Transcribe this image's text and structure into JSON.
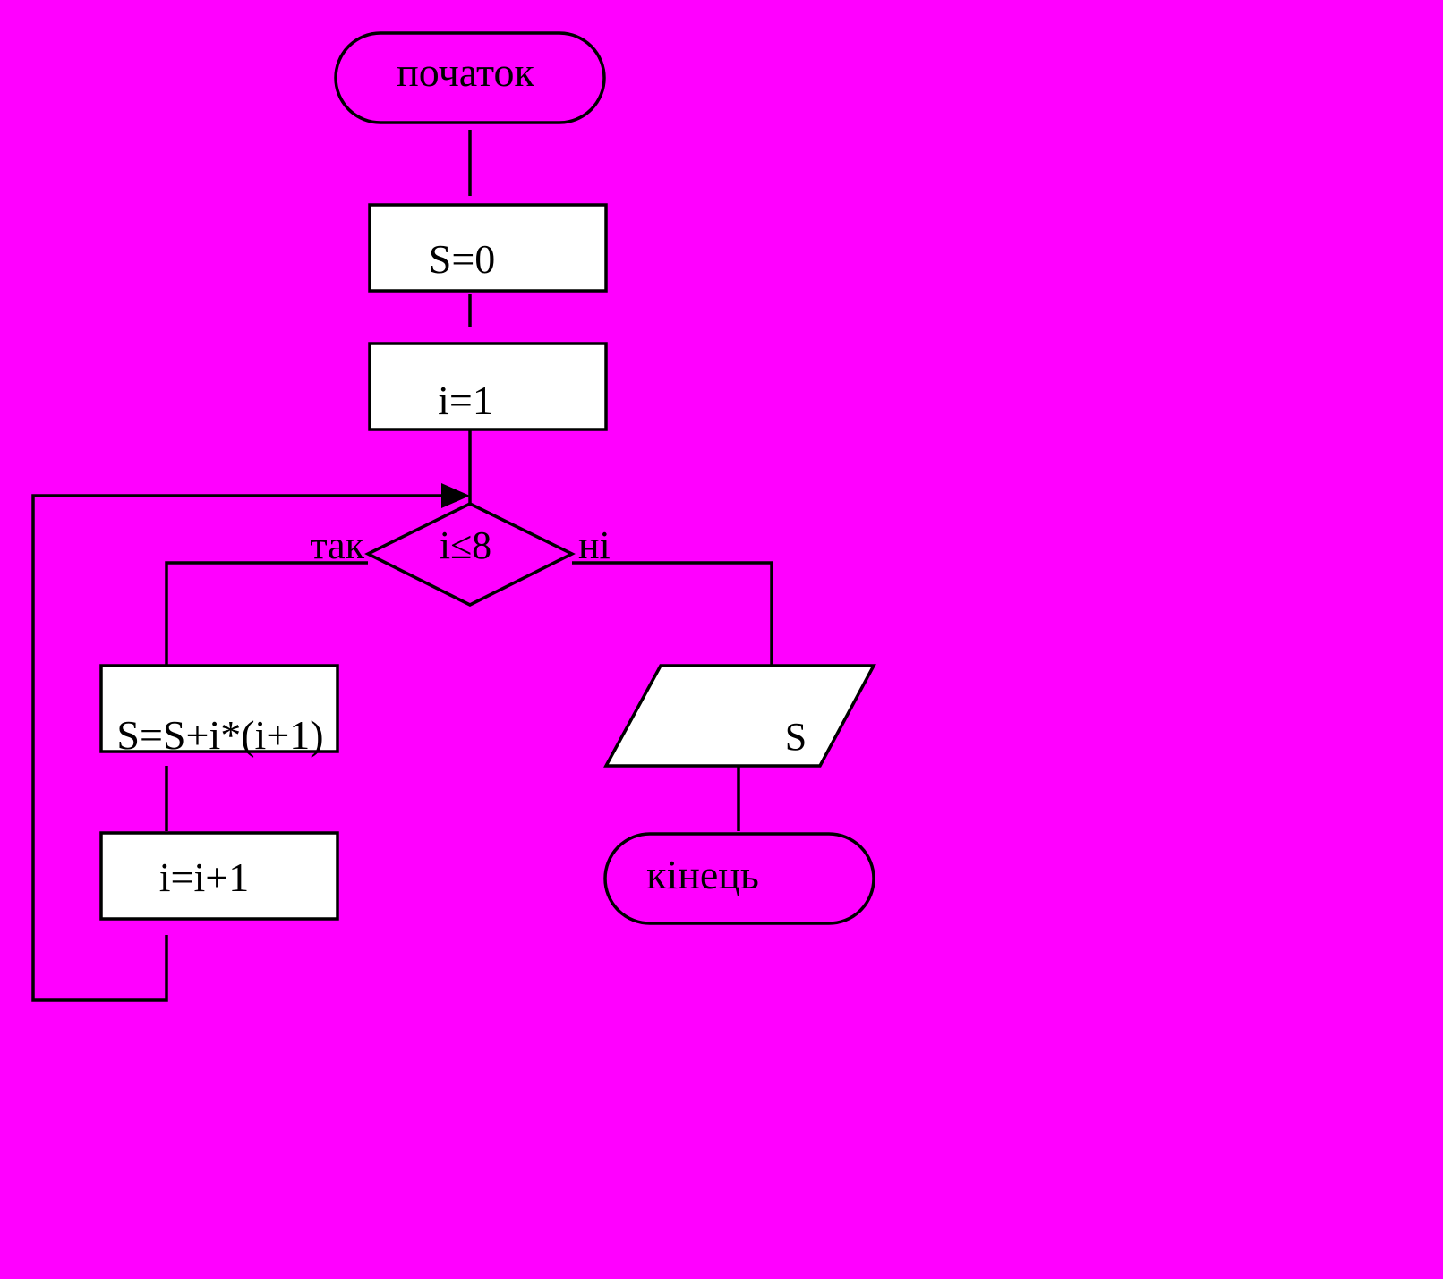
{
  "colors": {
    "background": "#FF00FF",
    "process_fill": "#FFFFFF",
    "terminal_fill": "#FF00FF",
    "decision_fill": "#FF00FF",
    "io_fill": "#FFFFFF",
    "stroke": "#000000"
  },
  "flowchart": {
    "start_label": "початок",
    "init_s_label": "S=0",
    "init_i_label": "i=1",
    "condition_label": "i≤8",
    "yes_label": "так",
    "no_label": "ні",
    "body_label": "S=S+i*(i+1)",
    "increment_label": "i=i+1",
    "output_label": "S",
    "end_label": "кінець"
  }
}
